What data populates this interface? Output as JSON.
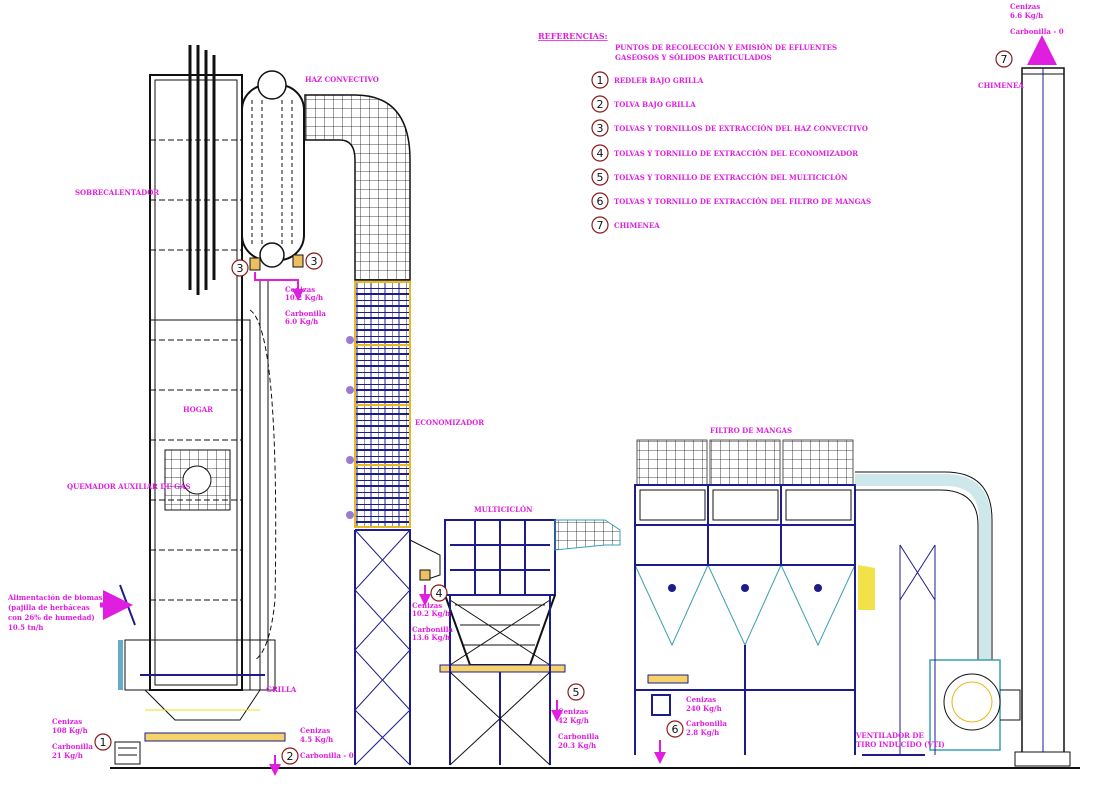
{
  "references": {
    "title": "REFERENCIAS:",
    "subtitle_1": "PUNTOS DE RECOLECCIÓN Y EMISIÓN DE EFLUENTES",
    "subtitle_2": "GASEOSOS Y SÓLIDOS PARTICULADOS",
    "items": [
      {
        "num": "1",
        "label": "REDLER BAJO GRILLA"
      },
      {
        "num": "2",
        "label": "TOLVA BAJO GRILLA"
      },
      {
        "num": "3",
        "label": "TOLVAS Y TORNILLOS DE EXTRACCIÓN DEL HAZ CONVECTIVO"
      },
      {
        "num": "4",
        "label": "TOLVAS Y TORNILLO DE EXTRACCIÓN DEL ECONOMIZADOR"
      },
      {
        "num": "5",
        "label": "TOLVAS Y TORNILLO DE EXTRACCIÓN DEL MULTICICLÓN"
      },
      {
        "num": "6",
        "label": "TOLVAS Y TORNILLO DE EXTRACCIÓN DEL FILTRO DE MANGAS"
      },
      {
        "num": "7",
        "label": "CHIMENEA"
      }
    ]
  },
  "components": {
    "haz_convectivo": "HAZ CONVECTIVO",
    "sobrecalentador": "SOBRECALENTADOR",
    "hogar": "HOGAR",
    "quemador": "QUEMADOR AUXILIAR DE GAS",
    "economizador": "ECONOMIZADOR",
    "multiciclon": "MULTICICLÓN",
    "filtro": "FILTRO DE MANGAS",
    "grilla": "GRILLA",
    "chimenea": "CHIMENEA",
    "vti_1": "VENTILADOR DE",
    "vti_2": "TIRO INDUCIDO (VTI)"
  },
  "feed": {
    "line_1": "Alimentación de biomasa",
    "line_2": "(pajilla de herbáceas",
    "line_3": "con 26% de humedad)",
    "line_4": "10.5 tn/h"
  },
  "emissions": {
    "p1": {
      "num": "1",
      "cenizas_label": "Cenizas",
      "cenizas": "108 Kg/h",
      "carbonilla_label": "Carbonilla",
      "carbonilla": "21 Kg/h"
    },
    "p2": {
      "num": "2",
      "cenizas_label": "Cenizas",
      "cenizas": "4.5 Kg/h",
      "carbonilla": "Carbonilla - 0"
    },
    "p3": {
      "num": "3",
      "cenizas_label": "Cenizas",
      "cenizas": "10.2 Kg/h",
      "carbonilla_label": "Carbonilla",
      "carbonilla": "6.0 Kg/h"
    },
    "p4": {
      "num": "4",
      "cenizas_label": "Cenizas",
      "cenizas": "10.2 Kg/h",
      "carbonilla_label": "Carbonilla",
      "carbonilla": "13.6 Kg/h"
    },
    "p5": {
      "num": "5",
      "cenizas_label": "Cenizas",
      "cenizas": "42 Kg/h",
      "carbonilla_label": "Carbonilla",
      "carbonilla": "20.3 Kg/h"
    },
    "p6": {
      "num": "6",
      "cenizas_label": "Cenizas",
      "cenizas": "240 Kg/h",
      "carbonilla_label": "Carbonilla",
      "carbonilla": "2.8 Kg/h"
    },
    "p7": {
      "num": "7",
      "cenizas_label": "Cenizas",
      "cenizas": "6.6 Kg/h",
      "carbonilla": "Carbonilla - 0"
    }
  },
  "colors": {
    "label": "#e01ee0",
    "structure": "#1c1c8c",
    "accent": "#e8b820"
  }
}
